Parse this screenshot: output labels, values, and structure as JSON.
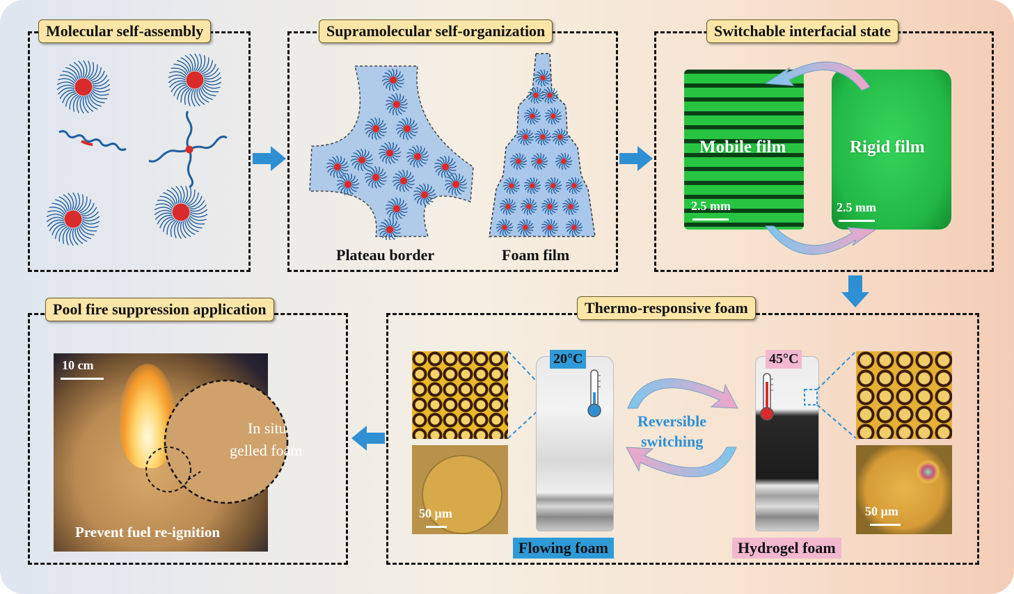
{
  "panels": {
    "molecular": {
      "title": "Molecular self-assembly"
    },
    "supramolecular": {
      "title": "Supramolecular self-organization",
      "caption_left": "Plateau border",
      "caption_right": "Foam film"
    },
    "interfacial": {
      "title": "Switchable interfacial state",
      "mobile_label": "Mobile film",
      "rigid_label": "Rigid film",
      "scale_left": "2.5 mm",
      "scale_right": "2.5 mm"
    },
    "pool_fire": {
      "title": "Pool fire suppression application",
      "scale": "10 cm",
      "inset_label_line1": "In situ",
      "inset_label_line2": "gelled foam",
      "bottom_caption": "Prevent fuel re-ignition"
    },
    "thermo": {
      "title": "Thermo-responsive foam",
      "temp_cold": "20°C",
      "temp_hot": "45°C",
      "switch_line1": "Reversible",
      "switch_line2": "switching",
      "scale_left": "50 µm",
      "scale_right": "50 µm",
      "label_left": "Flowing foam",
      "label_right": "Hydrogel foam"
    }
  },
  "colors": {
    "arrow_blue": "#2f8fd3",
    "film_green": "#1fb53a",
    "micelle_red": "#d92b2b",
    "chain_blue": "#1f5f9f",
    "cold_badge": "#2f9ad8",
    "hot_badge": "#f2b8cf",
    "tag_fill": "#fbe6a8"
  }
}
